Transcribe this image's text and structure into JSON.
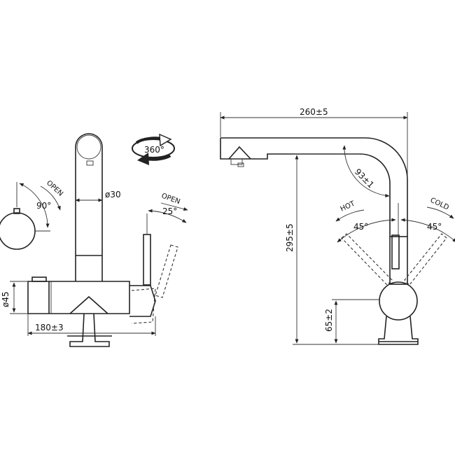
{
  "side_view": {
    "spout_diameter": "ø30",
    "body_diameter": "ø45",
    "body_length": "180±3",
    "knob_rotation": "90°",
    "knob_open": "OPEN",
    "lever_angle": "25°",
    "lever_open": "OPEN",
    "swivel": "360°"
  },
  "front_view": {
    "reach": "260±5",
    "height": "295±5",
    "spout_angle": "93±1",
    "base_height": "65±2",
    "hot_label": "HOT",
    "cold_label": "COLD",
    "hot_angle": "45°",
    "cold_angle": "45°"
  }
}
